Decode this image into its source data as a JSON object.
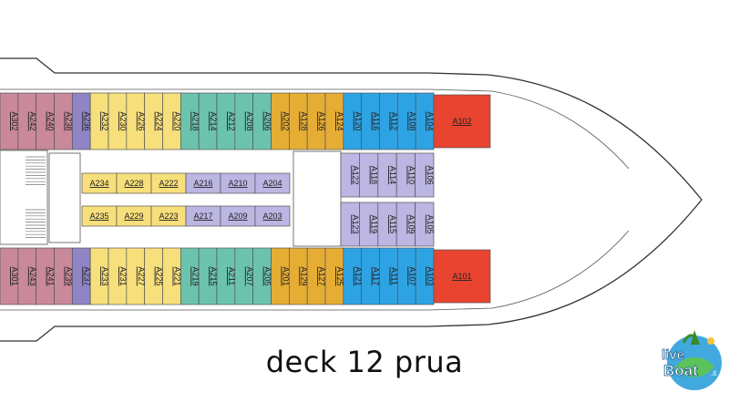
{
  "title": "deck 12 prua",
  "logo_text": "liveBoat.it",
  "colors": {
    "mauve": "#c9899b",
    "violet": "#8f85c4",
    "yellow": "#f7df7c",
    "teal": "#6cc3ad",
    "orange": "#e6ad35",
    "blue": "#2ea3e4",
    "lavender": "#bbb6e2",
    "red": "#e8442f",
    "hull": "#ffffff",
    "stairs": "#e6e6e6"
  },
  "cabins": {
    "top_row": [
      {
        "label": "A302",
        "color": "mauve"
      },
      {
        "label": "A242",
        "color": "mauve"
      },
      {
        "label": "A240",
        "color": "mauve"
      },
      {
        "label": "A238",
        "color": "mauve"
      },
      {
        "label": "A236",
        "color": "violet"
      },
      {
        "label": "A232",
        "color": "yellow"
      },
      {
        "label": "A230",
        "color": "yellow"
      },
      {
        "label": "A226",
        "color": "yellow"
      },
      {
        "label": "A224",
        "color": "yellow"
      },
      {
        "label": "A220",
        "color": "yellow"
      },
      {
        "label": "A218",
        "color": "teal"
      },
      {
        "label": "A214",
        "color": "teal"
      },
      {
        "label": "A212",
        "color": "teal"
      },
      {
        "label": "A208",
        "color": "teal"
      },
      {
        "label": "A206",
        "color": "teal"
      },
      {
        "label": "A202",
        "color": "orange"
      },
      {
        "label": "A128",
        "color": "orange"
      },
      {
        "label": "A126",
        "color": "orange"
      },
      {
        "label": "A124",
        "color": "orange"
      },
      {
        "label": "A120",
        "color": "blue"
      },
      {
        "label": "A116",
        "color": "blue"
      },
      {
        "label": "A112",
        "color": "blue"
      },
      {
        "label": "A108",
        "color": "blue"
      },
      {
        "label": "A104",
        "color": "blue"
      }
    ],
    "bottom_row": [
      {
        "label": "A301",
        "color": "mauve"
      },
      {
        "label": "A243",
        "color": "mauve"
      },
      {
        "label": "A241",
        "color": "mauve"
      },
      {
        "label": "A239",
        "color": "mauve"
      },
      {
        "label": "A237",
        "color": "violet"
      },
      {
        "label": "A233",
        "color": "yellow"
      },
      {
        "label": "A231",
        "color": "yellow"
      },
      {
        "label": "A227",
        "color": "yellow"
      },
      {
        "label": "A225",
        "color": "yellow"
      },
      {
        "label": "A221",
        "color": "yellow"
      },
      {
        "label": "A219",
        "color": "teal"
      },
      {
        "label": "A215",
        "color": "teal"
      },
      {
        "label": "A211",
        "color": "teal"
      },
      {
        "label": "A207",
        "color": "teal"
      },
      {
        "label": "A205",
        "color": "teal"
      },
      {
        "label": "A201",
        "color": "orange"
      },
      {
        "label": "A129",
        "color": "orange"
      },
      {
        "label": "A127",
        "color": "orange"
      },
      {
        "label": "A125",
        "color": "orange"
      },
      {
        "label": "A121",
        "color": "blue"
      },
      {
        "label": "A117",
        "color": "blue"
      },
      {
        "label": "A111",
        "color": "blue"
      },
      {
        "label": "A107",
        "color": "blue"
      },
      {
        "label": "A103",
        "color": "blue"
      }
    ],
    "inner_top": [
      {
        "label": "A234",
        "color": "yellow"
      },
      {
        "label": "A228",
        "color": "yellow"
      },
      {
        "label": "A222",
        "color": "yellow"
      },
      {
        "label": "A216",
        "color": "lavender"
      },
      {
        "label": "A210",
        "color": "lavender"
      },
      {
        "label": "A204",
        "color": "lavender"
      }
    ],
    "inner_bottom": [
      {
        "label": "A235",
        "color": "yellow"
      },
      {
        "label": "A229",
        "color": "yellow"
      },
      {
        "label": "A223",
        "color": "yellow"
      },
      {
        "label": "A217",
        "color": "lavender"
      },
      {
        "label": "A209",
        "color": "lavender"
      },
      {
        "label": "A203",
        "color": "lavender"
      }
    ],
    "fwd_upper": [
      {
        "label": "A122",
        "color": "lavender"
      },
      {
        "label": "A118",
        "color": "lavender"
      },
      {
        "label": "A114",
        "color": "lavender"
      },
      {
        "label": "A110",
        "color": "lavender"
      },
      {
        "label": "A106",
        "color": "lavender"
      }
    ],
    "fwd_lower": [
      {
        "label": "A123",
        "color": "lavender"
      },
      {
        "label": "A119",
        "color": "lavender"
      },
      {
        "label": "A115",
        "color": "lavender"
      },
      {
        "label": "A109",
        "color": "lavender"
      },
      {
        "label": "A105",
        "color": "lavender"
      }
    ],
    "suites": [
      {
        "label": "A102",
        "color": "red"
      },
      {
        "label": "A101",
        "color": "red"
      }
    ]
  }
}
